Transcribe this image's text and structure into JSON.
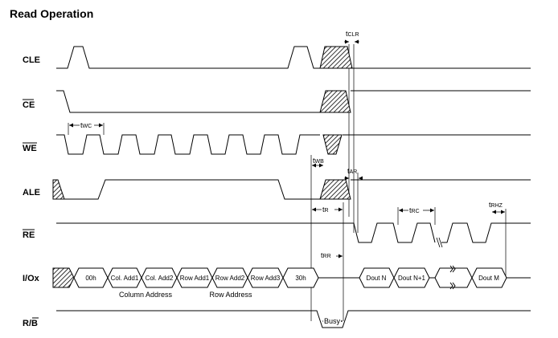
{
  "title": "Read Operation",
  "signals": {
    "cle": "CLE",
    "ce": "CE",
    "we": "WE",
    "ale": "ALE",
    "re": "RE",
    "io": "I/Ox",
    "rb_r": "R/",
    "rb_b": "B"
  },
  "io_boxes": [
    "00h",
    "Col. Add1",
    "Col. Add2",
    "Row Add1",
    "Row Add2",
    "Row Add3",
    "30h",
    "Dout N",
    "Dout N+1",
    "Dout M"
  ],
  "group_labels": {
    "column": "Column Address",
    "row": "Row Address"
  },
  "timing": {
    "twc": {
      "main": "t",
      "sub": "WC"
    },
    "tclr": {
      "main": "t",
      "sub": "CLR"
    },
    "twb": {
      "main": "t",
      "sub": "WB"
    },
    "tar": {
      "main": "t",
      "sub": "AR"
    },
    "tr": {
      "main": "t",
      "sub": "R"
    },
    "trc": {
      "main": "t",
      "sub": "RC"
    },
    "trhz": {
      "main": "t",
      "sub": "RHZ"
    },
    "trr": {
      "main": "t",
      "sub": "RR"
    },
    "busy": "Busy"
  }
}
